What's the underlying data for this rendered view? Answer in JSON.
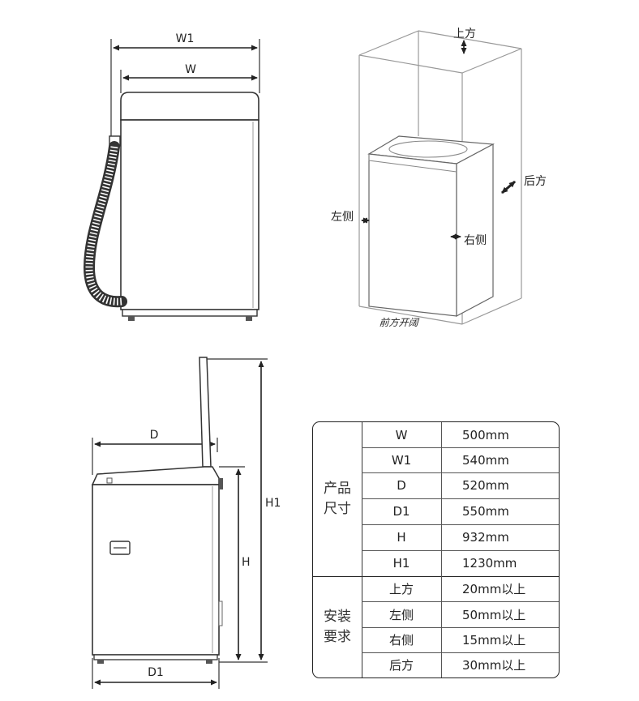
{
  "front_view": {
    "label_w1": "W1",
    "label_w": "W"
  },
  "clearance_view": {
    "label_top": "上方",
    "label_back": "后方",
    "label_left": "左侧",
    "label_right": "右侧",
    "label_front": "前方开阔"
  },
  "side_view": {
    "label_d": "D",
    "label_d1": "D1",
    "label_h": "H",
    "label_h1": "H1"
  },
  "spec_table": {
    "product_group": {
      "label_line1": "产品",
      "label_line2": "尺寸"
    },
    "product_rows": [
      {
        "key": "W",
        "value": "500mm"
      },
      {
        "key": "W1",
        "value": "540mm"
      },
      {
        "key": "D",
        "value": "520mm"
      },
      {
        "key": "D1",
        "value": "550mm"
      },
      {
        "key": "H",
        "value": "932mm"
      },
      {
        "key": "H1",
        "value": "1230mm"
      }
    ],
    "install_group": {
      "label_line1": "安装",
      "label_line2": "要求"
    },
    "install_rows": [
      {
        "key": "上方",
        "value": "20mm以上"
      },
      {
        "key": "左侧",
        "value": "50mm以上"
      },
      {
        "key": "右侧",
        "value": "15mm以上"
      },
      {
        "key": "后方",
        "value": "30mm以上"
      }
    ]
  }
}
